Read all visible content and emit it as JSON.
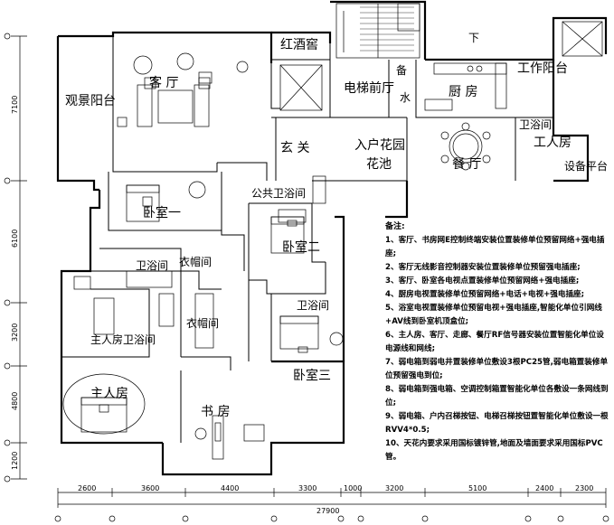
{
  "rooms": {
    "wine_cellar": "红酒窖",
    "living_room": "客  厅",
    "viewing_balcony": "观景阳台",
    "elevator_hall": "电梯前厅",
    "foyer": "玄  关",
    "entrance_garden": "入户花园",
    "flower_bed": "花池",
    "pantry": "备",
    "water": "水",
    "kitchen": "厨  房",
    "work_balcony": "工作阳台",
    "dining": "餐  厅",
    "servant_toilet": "卫浴间",
    "servant_room": "工人房",
    "equipment_platform": "设备平台",
    "bedroom_1": "卧室一",
    "public_bathroom": "公共卫浴间",
    "bedroom_2": "卧室二",
    "bathroom_left": "卫浴间",
    "closet_left": "衣帽间",
    "closet_mid": "衣帽间",
    "master_bathroom": "主人房卫浴间",
    "bathroom_mid": "卫浴间",
    "bedroom_3": "卧室三",
    "master_bedroom": "主人房",
    "study": "书  房",
    "stair_down": "下"
  },
  "dimensions": {
    "bottom": [
      "2600",
      "3600",
      "4400",
      "3300",
      "1000",
      "3200",
      "5100",
      "2400",
      "2300"
    ],
    "total": "27900",
    "left": [
      "7100",
      "6100",
      "3200",
      "4800",
      "1200"
    ]
  },
  "notes": {
    "title": "备注:",
    "items": [
      "1、客厅、书房网E控制终端安装位置装修单位预留网络+强电插座;",
      "2、客厅无线影音控制器安装位置装修单位预留强电插座;",
      "3、客厅、卧室各电视点置装修单位预留网络+强电插座;",
      "4、厨房电视置装修单位预留网络+电话+电视+强电插座;",
      "5、浴室电视置装修单位预留电视+强电插座,智能化单位引网线+AV线到卧室机顶盒位;",
      "6、主人房、客厅、走廊、餐厅RF信号器安装位置智能化单位设电源线和网线;",
      "7、弱电箱到弱电井置装修单位敷设3根PC25管,弱电箱置装修单位预留强电到位;",
      "8、弱电箱到强电箱、空调控制箱置智能化单位各敷设一条网线到位;",
      "9、弱电箱、户内召梯按钮、电梯召梯按钮置智能化单位敷设一根RVV4*0.5;",
      "10、天花内要求采用国标镀锌管,地面及墙面要求采用国标PVC管。"
    ]
  }
}
